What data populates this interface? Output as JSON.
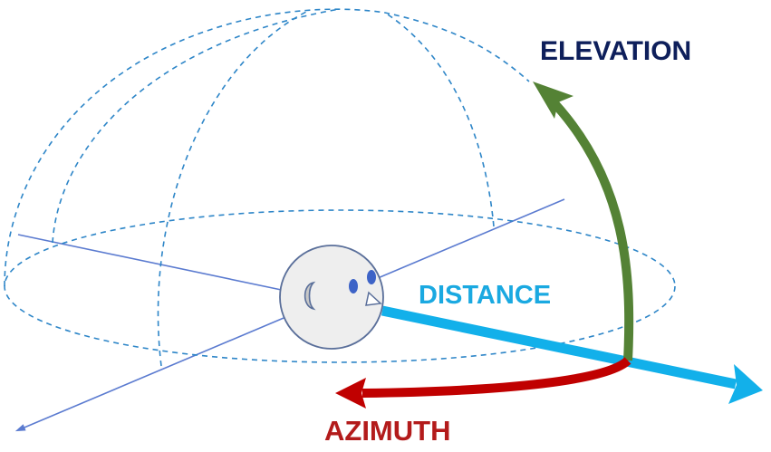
{
  "labels": {
    "elevation": "ELEVATION",
    "distance": "DISTANCE",
    "azimuth": "AZIMUTH"
  },
  "colors": {
    "elevation": "#0e1f5b",
    "distance": "#1aa9e1",
    "azimuth": "#b31b1b",
    "elevation_arrow": "#548235",
    "distance_arrow": "#12b0ea",
    "azimuth_arrow": "#c00000",
    "dashed": "#2e86c8",
    "axis": "#5b7bd0",
    "head_fill": "#eeeeee",
    "head_stroke": "#5a6f9a",
    "eyes": "#3d63c7"
  }
}
